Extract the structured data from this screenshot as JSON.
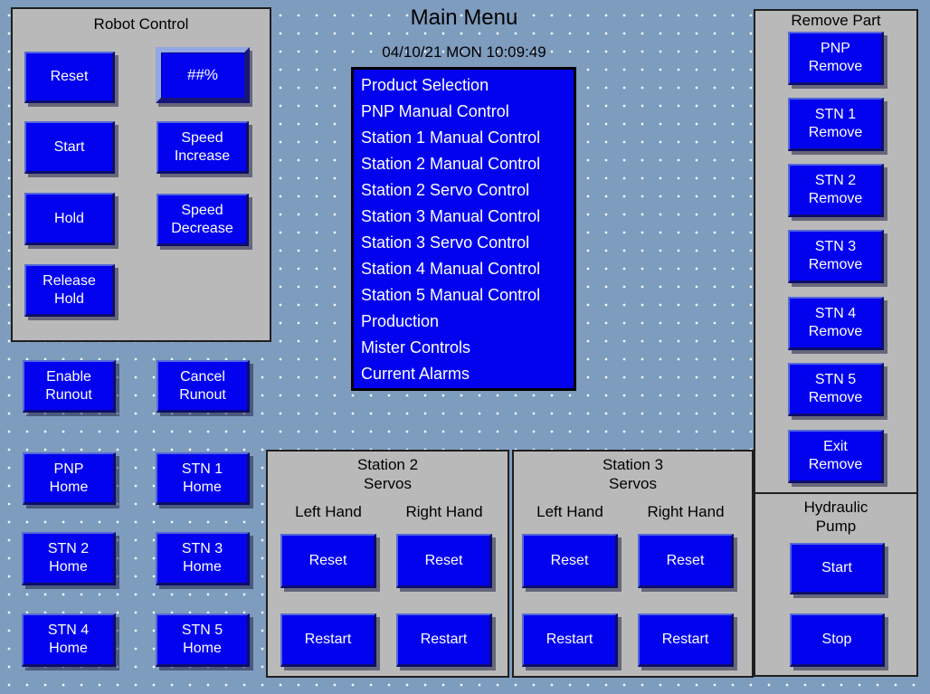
{
  "header": {
    "title": "Main Menu",
    "datetime": "04/10/21 MON 10:09:49"
  },
  "robot_control": {
    "title": "Robot Control",
    "reset": "Reset",
    "speed_display": "##%",
    "start": "Start",
    "speed_increase": "Speed\nIncrease",
    "hold": "Hold",
    "speed_decrease": "Speed\nDecrease",
    "release_hold": "Release\nHold"
  },
  "menu": {
    "items": [
      "Product Selection",
      "PNP Manual Control",
      "Station 1 Manual Control",
      "Station 2 Manual Control",
      "Station 2 Servo Control",
      "Station 3 Manual Control",
      "Station 3 Servo Control",
      "Station 4 Manual Control",
      "Station 5 Manual Control",
      "Production",
      "Mister Controls",
      "Current Alarms"
    ]
  },
  "runout": {
    "enable": "Enable\nRunout",
    "cancel": "Cancel\nRunout"
  },
  "home": {
    "buttons": [
      "PNP\nHome",
      "STN 1\nHome",
      "STN 2\nHome",
      "STN 3\nHome",
      "STN 4\nHome",
      "STN 5\nHome"
    ]
  },
  "remove_part": {
    "title": "Remove Part",
    "buttons": [
      "PNP\nRemove",
      "STN 1\nRemove",
      "STN 2\nRemove",
      "STN 3\nRemove",
      "STN 4\nRemove",
      "STN 5\nRemove",
      "Exit\nRemove"
    ]
  },
  "hydraulic_pump": {
    "title": "Hydraulic\nPump",
    "start": "Start",
    "stop": "Stop"
  },
  "station2": {
    "title": "Station 2\nServos",
    "left_hand": "Left Hand",
    "right_hand": "Right Hand",
    "reset": "Reset",
    "restart": "Restart"
  },
  "station3": {
    "title": "Station 3\nServos",
    "left_hand": "Left Hand",
    "right_hand": "Right Hand",
    "reset": "Reset",
    "restart": "Restart"
  },
  "colors": {
    "background": "#7e9cbe",
    "panel_gray": "#b9b9b9",
    "button_blue": "#0202ef",
    "button_text": "#ffffff",
    "bevel_light": "#5568da",
    "bevel_dark": "#0d0d6b",
    "menu_border": "#000000",
    "title_text": "#000000"
  }
}
